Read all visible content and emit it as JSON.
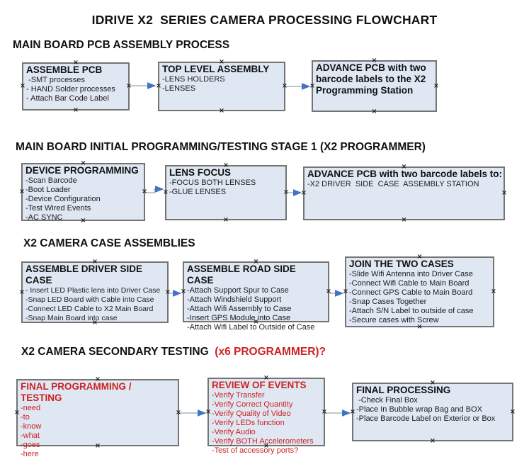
{
  "title": "IDRIVE X2  SERIES CAMERA PROCESSING FLOWCHART",
  "colors": {
    "box_fill": "#dfe7f3",
    "box_border": "#747474",
    "arrow_line": "#a3b5c6",
    "arrow_head": "#4472c4",
    "accent_red": "#cc2222",
    "text": "#111111"
  },
  "icons": {
    "connection_point": "×"
  },
  "sections": [
    {
      "heading": "MAIN BOARD PCB ASSEMBLY PROCESS",
      "heading_suffix": "",
      "boxes": [
        {
          "title": "ASSEMBLE PCB",
          "items": [
            " -SMT processes",
            "- HAND Solder processes",
            "- Attach Bar Code Label"
          ]
        },
        {
          "title": "TOP LEVEL ASSEMBLY",
          "items": [
            "-LENS HOLDERS",
            "-LENSES"
          ]
        },
        {
          "title": "ADVANCE PCB with two barcode labels to the X2 Programming Station",
          "items": []
        }
      ]
    },
    {
      "heading": "MAIN BOARD INITIAL PROGRAMMING/TESTING STAGE 1 (X2 PROGRAMMER)",
      "heading_suffix": "",
      "boxes": [
        {
          "title": "DEVICE PROGRAMMING",
          "items": [
            "-Scan Barcode",
            "-Boot Loader",
            "-Device Configuration",
            "-Test Wired Events",
            "-AC SYNC"
          ]
        },
        {
          "title": "LENS FOCUS",
          "items": [
            "-FOCUS BOTH LENSES",
            "-GLUE LENSES"
          ]
        },
        {
          "title": "ADVANCE PCB with two barcode labels to:",
          "items": [
            "-X2 DRIVER  SIDE  CASE  ASSEMBLY STATION"
          ]
        }
      ]
    },
    {
      "heading": "X2 CAMERA CASE ASSEMBLIES",
      "heading_suffix": "",
      "boxes": [
        {
          "title": "ASSEMBLE DRIVER SIDE CASE",
          "items": [
            "- Insert LED Plastic lens into Driver Case",
            "-Snap LED Board with Cable into Case",
            "-Connect LED Cable to X2 Main Board",
            "-Snap Main Board into case"
          ]
        },
        {
          "title": "ASSEMBLE ROAD SIDE CASE",
          "items": [
            "-Attach Support Spur to Case",
            "-Attach Windshield Support",
            "-Attach Wifi Assembly to Case",
            "-Insert GPS Module into Case",
            "-Attach Wifi Label to Outside of Case"
          ]
        },
        {
          "title": "JOIN THE TWO CASES",
          "items": [
            "-Slide Wifi Antenna into Driver Case",
            "-Connect Wifi Cable to Main Board",
            "-Connect GPS Cable to Main Board",
            "-Snap Cases Together",
            "-Attach S/N Label to outside of case",
            "-Secure cases with Screw"
          ]
        }
      ]
    },
    {
      "heading": "X2 CAMERA SECONDARY TESTING",
      "heading_suffix": "  (x6 PROGRAMMER)?",
      "boxes": [
        {
          "title": "FINAL PROGRAMMING / TESTING",
          "items": [
            "-need",
            "-to",
            "-know",
            "-what",
            "-goes",
            "-here"
          ]
        },
        {
          "title": "REVIEW OF EVENTS",
          "items": [
            "-Verify Transfer",
            "-Verify Correct Quantity",
            "-Verify Quality of Video",
            "-Verify LEDs function",
            "-Verify Audio",
            "-Verify BOTH Accelerometers",
            "-Test of accessory ports?"
          ]
        },
        {
          "title": "FINAL PROCESSING",
          "items": [
            " -Check Final Box",
            "-Place In Bubble wrap Bag and BOX",
            "-Place Barcode Label on Exterior or Box"
          ]
        }
      ]
    }
  ]
}
